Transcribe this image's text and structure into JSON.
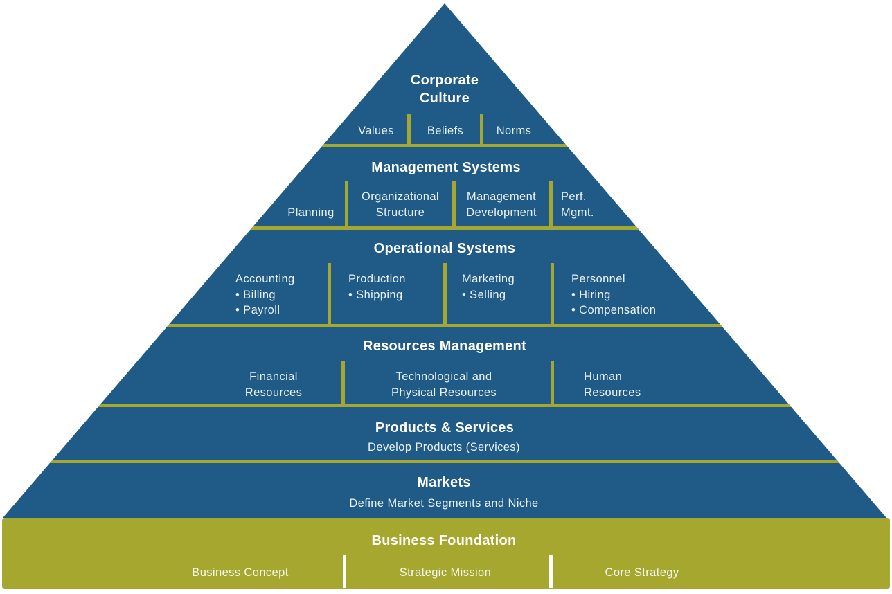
{
  "colors": {
    "pyramid_blue": "#1F5B86",
    "olive_green": "#A6A72F",
    "heading_text": "#FFFFFF",
    "label_text": "#E8F1F8",
    "foundation_divider": "#FFFFFF"
  },
  "pyramid": {
    "layers": [
      {
        "id": "corporate-culture",
        "title": "Corporate Culture",
        "cells": [
          {
            "label": "Values"
          },
          {
            "label": "Beliefs"
          },
          {
            "label": "Norms"
          }
        ]
      },
      {
        "id": "management-systems",
        "title": "Management Systems",
        "cells": [
          {
            "label": "Planning"
          },
          {
            "label": "Organizational Structure"
          },
          {
            "label": "Management Development"
          },
          {
            "label": "Perf. Mgmt."
          }
        ]
      },
      {
        "id": "operational-systems",
        "title": "Operational Systems",
        "cells": [
          {
            "heading": "Accounting",
            "bullets": [
              "• Billing",
              "• Payroll"
            ]
          },
          {
            "heading": "Production",
            "bullets": [
              "• Shipping"
            ]
          },
          {
            "heading": "Marketing",
            "bullets": [
              "• Selling"
            ]
          },
          {
            "heading": "Personnel",
            "bullets": [
              "• Hiring",
              "• Compensation"
            ]
          }
        ]
      },
      {
        "id": "resources-management",
        "title": "Resources Management",
        "cells": [
          {
            "label": "Financial Resources"
          },
          {
            "label": "Technological and Physical Resources"
          },
          {
            "label": "Human Resources"
          }
        ]
      },
      {
        "id": "products-services",
        "title": "Products & Services",
        "subtitle": "Develop Products (Services)"
      },
      {
        "id": "markets",
        "title": "Markets",
        "subtitle": "Define Market Segments and Niche"
      }
    ]
  },
  "foundation": {
    "title": "Business Foundation",
    "cells": [
      {
        "label": "Business Concept"
      },
      {
        "label": "Strategic Mission"
      },
      {
        "label": "Core Strategy"
      }
    ]
  }
}
